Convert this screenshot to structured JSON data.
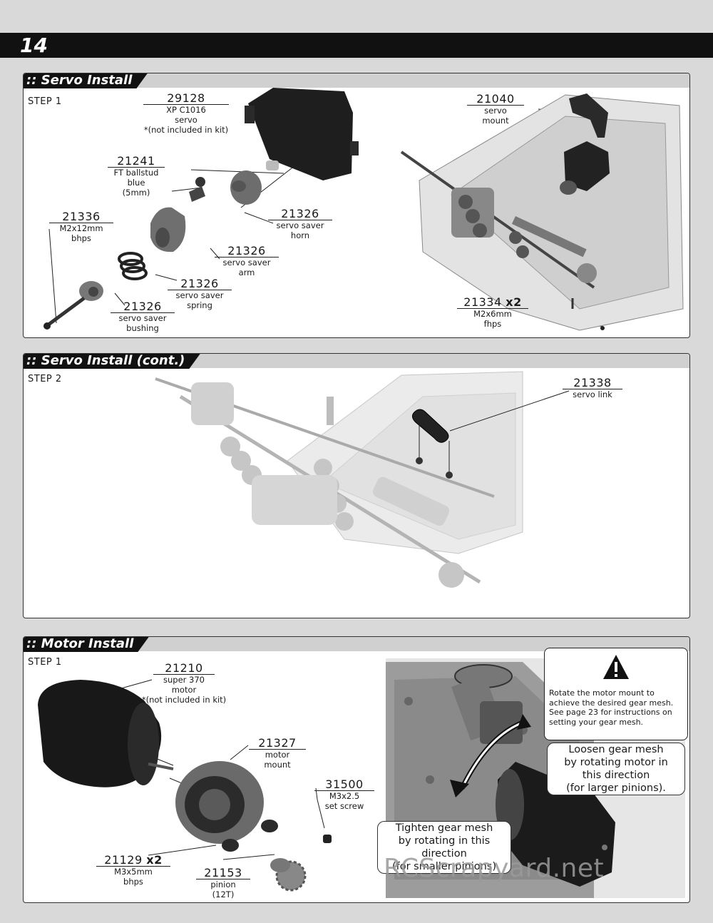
{
  "page": {
    "number": "14"
  },
  "sections": {
    "servo1": {
      "title": ":: Servo Install",
      "step": "STEP 1",
      "callouts": {
        "servo": {
          "num": "29128",
          "d1": "XP C1016",
          "d2": "servo",
          "d3": "*(not included in kit)"
        },
        "ballstud": {
          "num": "21241",
          "d1": "FT ballstud",
          "d2": "blue",
          "d3": "(5mm)"
        },
        "screw": {
          "num": "21336",
          "d1": "M2x12mm",
          "d2": "bhps"
        },
        "horn": {
          "num": "21326",
          "d1": "servo saver",
          "d2": "horn"
        },
        "arm": {
          "num": "21326",
          "d1": "servo saver",
          "d2": "arm"
        },
        "spring": {
          "num": "21326",
          "d1": "servo saver",
          "d2": "spring"
        },
        "bushing": {
          "num": "21326",
          "d1": "servo saver",
          "d2": "bushing"
        },
        "mount": {
          "num": "21040",
          "d1": "servo",
          "d2": "mount"
        },
        "fhps": {
          "num": "21334",
          "qty": "x2",
          "d1": "M2x6mm",
          "d2": "fhps"
        }
      }
    },
    "servo2": {
      "title": ":: Servo Install (cont.)",
      "step": "STEP 2",
      "callouts": {
        "link": {
          "num": "21338",
          "d1": "servo link"
        }
      }
    },
    "motor": {
      "title": ":: Motor Install",
      "step": "STEP 1",
      "callouts": {
        "motor": {
          "num": "21210",
          "d1": "super 370",
          "d2": "motor",
          "d3": "*(not included in kit)"
        },
        "mount": {
          "num": "21327",
          "d1": "motor",
          "d2": "mount"
        },
        "setscrew": {
          "num": "31500",
          "d1": "M3x2.5",
          "d2": "set screw"
        },
        "bhps": {
          "num": "21129",
          "qty": "x2",
          "d1": "M3x5mm",
          "d2": "bhps"
        },
        "pinion": {
          "num": "21153",
          "d1": "pinion",
          "d2": "(12T)"
        }
      },
      "warning": "Rotate the motor mount to achieve the desired gear mesh.  See page 23 for instructions on setting your gear mesh.",
      "loosen": [
        "Loosen gear mesh",
        "by rotating motor in",
        "this direction",
        "(for larger pinions)."
      ],
      "tighten": [
        "Tighten gear mesh",
        "by rotating in this",
        "direction",
        "(for smaller pinions)"
      ]
    }
  },
  "watermark": "RCScrapyard.net",
  "colors": {
    "header": "#111111",
    "panel_bar": "#d0d0d0",
    "part_dark": "#1e1e1e",
    "part_gray": "#6f6f6f",
    "chassis_light": "#c8c8c8"
  }
}
